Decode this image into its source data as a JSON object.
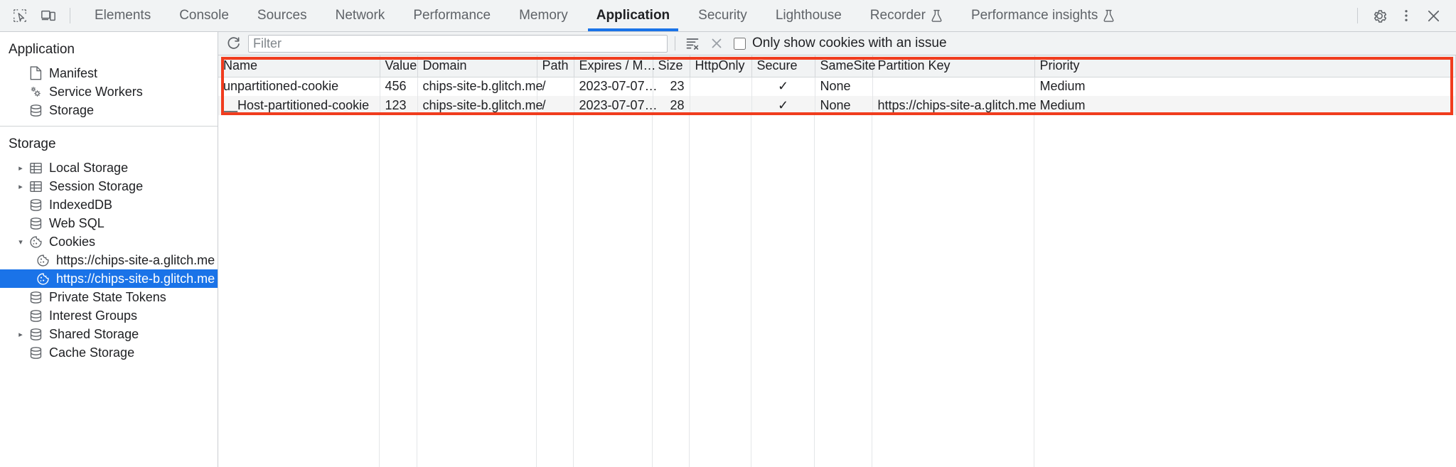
{
  "toolbar": {
    "inspect_icon": "inspect-element-icon",
    "device_icon": "device-toolbar-icon",
    "tabs": [
      {
        "label": "Elements",
        "active": false,
        "flask": false
      },
      {
        "label": "Console",
        "active": false,
        "flask": false
      },
      {
        "label": "Sources",
        "active": false,
        "flask": false
      },
      {
        "label": "Network",
        "active": false,
        "flask": false
      },
      {
        "label": "Performance",
        "active": false,
        "flask": false
      },
      {
        "label": "Memory",
        "active": false,
        "flask": false
      },
      {
        "label": "Application",
        "active": true,
        "flask": false
      },
      {
        "label": "Security",
        "active": false,
        "flask": false
      },
      {
        "label": "Lighthouse",
        "active": false,
        "flask": false
      },
      {
        "label": "Recorder",
        "active": false,
        "flask": true
      },
      {
        "label": "Performance insights",
        "active": false,
        "flask": true
      }
    ],
    "settings_icon": "gear-icon",
    "more_icon": "kebab-menu-icon",
    "close_icon": "close-icon",
    "accent_color": "#1a73e8"
  },
  "sidebar": {
    "application": {
      "title": "Application",
      "items": [
        {
          "label": "Manifest",
          "icon": "document-icon",
          "depth": 2,
          "arrow": "",
          "selected": false
        },
        {
          "label": "Service Workers",
          "icon": "gears-icon",
          "depth": 2,
          "arrow": "",
          "selected": false
        },
        {
          "label": "Storage",
          "icon": "database-icon",
          "depth": 2,
          "arrow": "",
          "selected": false
        }
      ]
    },
    "storage": {
      "title": "Storage",
      "items": [
        {
          "label": "Local Storage",
          "icon": "table-icon",
          "depth": 2,
          "arrow": "collapsed",
          "selected": false
        },
        {
          "label": "Session Storage",
          "icon": "table-icon",
          "depth": 2,
          "arrow": "collapsed",
          "selected": false
        },
        {
          "label": "IndexedDB",
          "icon": "database-icon",
          "depth": 2,
          "arrow": "",
          "selected": false
        },
        {
          "label": "Web SQL",
          "icon": "database-icon",
          "depth": 2,
          "arrow": "",
          "selected": false
        },
        {
          "label": "Cookies",
          "icon": "cookie-icon",
          "depth": 2,
          "arrow": "expanded",
          "selected": false
        },
        {
          "label": "https://chips-site-a.glitch.me",
          "icon": "cookie-icon",
          "depth": 3,
          "arrow": "",
          "selected": false
        },
        {
          "label": "https://chips-site-b.glitch.me",
          "icon": "cookie-icon",
          "depth": 3,
          "arrow": "",
          "selected": true
        },
        {
          "label": "Private State Tokens",
          "icon": "database-icon",
          "depth": 2,
          "arrow": "",
          "selected": false
        },
        {
          "label": "Interest Groups",
          "icon": "database-icon",
          "depth": 2,
          "arrow": "",
          "selected": false
        },
        {
          "label": "Shared Storage",
          "icon": "database-icon",
          "depth": 2,
          "arrow": "collapsed",
          "selected": false
        },
        {
          "label": "Cache Storage",
          "icon": "database-icon",
          "depth": 2,
          "arrow": "",
          "selected": false
        }
      ]
    },
    "selected_highlight_color": "#1a73e8"
  },
  "filterbar": {
    "refresh_icon": "refresh-icon",
    "filter_value": "",
    "filter_placeholder": "Filter",
    "clear_filter_icon": "clear-filter-icon",
    "clear_all_icon": "clear-all-cookies-icon",
    "issue_checkbox_label": "Only show cookies with an issue",
    "issue_checkbox_checked": false
  },
  "cookie_table": {
    "highlight_color": "#f03c1e",
    "columns": [
      {
        "key": "name",
        "label": "Name",
        "align": "left"
      },
      {
        "key": "value",
        "label": "Value",
        "align": "left"
      },
      {
        "key": "domain",
        "label": "Domain",
        "align": "left"
      },
      {
        "key": "path",
        "label": "Path",
        "align": "left"
      },
      {
        "key": "expires",
        "label": "Expires / M…",
        "align": "left"
      },
      {
        "key": "size",
        "label": "Size",
        "align": "right"
      },
      {
        "key": "httponly",
        "label": "HttpOnly",
        "align": "center"
      },
      {
        "key": "secure",
        "label": "Secure",
        "align": "center"
      },
      {
        "key": "samesite",
        "label": "SameSite",
        "align": "left"
      },
      {
        "key": "partitionkey",
        "label": "Partition Key",
        "align": "left"
      },
      {
        "key": "priority",
        "label": "Priority",
        "align": "left"
      }
    ],
    "rows": [
      {
        "name": "unpartitioned-cookie",
        "value": "456",
        "domain": "chips-site-b.glitch.me",
        "path": "/",
        "expires": "2023-07-07…",
        "size": "23",
        "httponly": "",
        "secure": "✓",
        "samesite": "None",
        "partitionkey": "",
        "priority": "Medium"
      },
      {
        "name": "__Host-partitioned-cookie",
        "value": "123",
        "domain": "chips-site-b.glitch.me",
        "path": "/",
        "expires": "2023-07-07…",
        "size": "28",
        "httponly": "",
        "secure": "✓",
        "samesite": "None",
        "partitionkey": "https://chips-site-a.glitch.me",
        "priority": "Medium"
      }
    ]
  }
}
